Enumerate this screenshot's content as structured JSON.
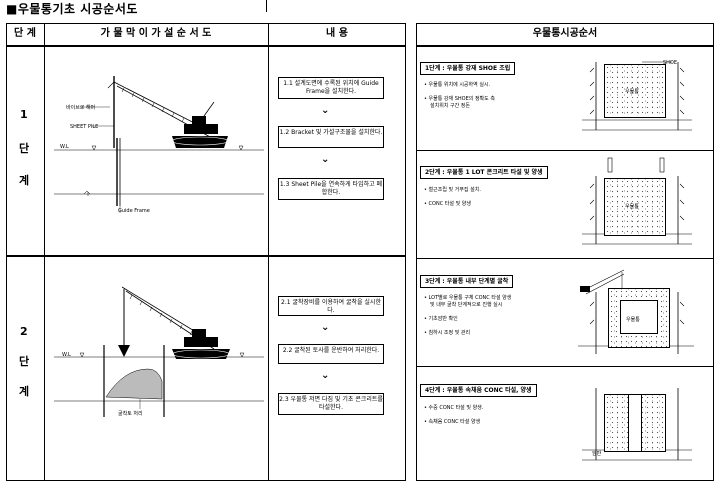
{
  "page_title": "■우물통기초 시공순서도",
  "left_table": {
    "headers": {
      "stage": "단 계",
      "diagram": "가 물 막 이  가 설 순 서 도",
      "content": "내        용"
    },
    "stages": [
      {
        "chars": [
          "1",
          "단",
          "계"
        ],
        "labels": {
          "vibro": "바이브로 해머",
          "sheet_pile": "SHEET PILE",
          "wl": "W.L",
          "guide": "Guide Frame"
        },
        "steps": [
          "1.1 설계도면에 수록된 위치에 Guide Frame을 설치한다.",
          "1.2 Bracket 및 가설구조물을 설치한다.",
          "1.3 Sheet Pile을 연속하게 타입하고 폐합한다."
        ]
      },
      {
        "chars": [
          "2",
          "단",
          "계"
        ],
        "labels": {
          "wl": "W.L",
          "excavation": "굴착토 처리"
        },
        "steps": [
          "2.1 굴착장비를 이용하여 굴착을 실시한다.",
          "2.2 굴착된 토사를 운반하여 처리한다.",
          "2.3 우물통 저면 다짐 및 기초 콘크리트를 타설한다."
        ]
      }
    ]
  },
  "right_panel": {
    "title": "우물통시공순서",
    "steps": [
      {
        "head": "1단계 : 우물통 강재 SHOE 조립",
        "bullets": [
          "우물통 위치에 시공하역 실시.",
          "우물통 강재 SHOE의 정확도 측",
          "설치위치 구간 정돈"
        ],
        "labels": {
          "shoe": "SHOE",
          "inner": "우물통"
        }
      },
      {
        "head": "2단계 : 우물통 1 LOT 콘크리트 타설 및 양생",
        "bullets": [
          "철근조립 및 거푸집 설치.",
          "CONC 타설 및 양생"
        ],
        "labels": {
          "inner": "우물통"
        }
      },
      {
        "head": "3단계 : 우물통 내부 단계별 굴착",
        "bullets": [
          "LOT별로 우물통 구체 CONC 타설 양생",
          "및 내부 굴착 단계적으로 진행 실시",
          "기초암반 확인",
          "침하시 조정 및 관리"
        ],
        "labels": {
          "inner": "우물통"
        }
      },
      {
        "head": "4단계 : 우물통 속채움 CONC 타설, 양생",
        "bullets": [
          "수중 CONC 타설 및 양생.",
          "속채움 CONC 타설 양생"
        ],
        "labels": {
          "base": "암반"
        }
      }
    ]
  }
}
